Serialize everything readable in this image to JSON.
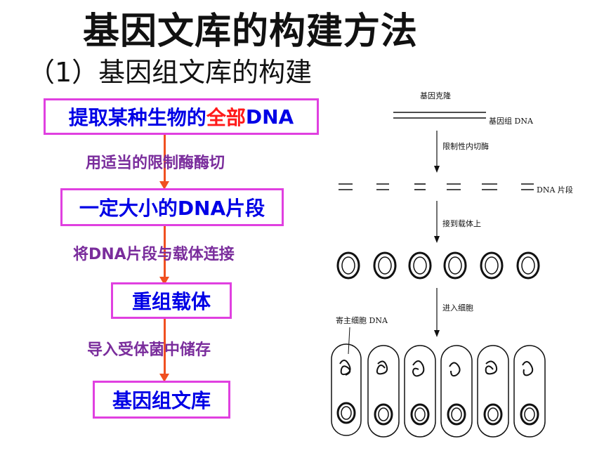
{
  "title": "基因文库的构建方法",
  "subtitle": "（1）基因组文库的构建",
  "flow": {
    "box1_prefix": "提取某种生物的",
    "box1_highlight": "全部",
    "box1_suffix": "DNA",
    "step1": "用适当的限制酶酶切",
    "box2": "一定大小的DNA片段",
    "step2": "将DNA片段与载体连接",
    "box3": "重组载体",
    "step3": "导入受体菌中储存",
    "box4": "基因组文库"
  },
  "figure": {
    "label_top": "基因克隆",
    "label_genomic_dna": "基因组 DNA",
    "label_digest": "限制性内切酶",
    "label_fragments": "DNA 片段",
    "label_ligate": "接到载体上",
    "label_enter_cell": "进入细胞",
    "label_host_dna": "寄主细胞 DNA"
  },
  "colors": {
    "box_border": "#e040e0",
    "box_text": "#0000e6",
    "highlight": "#ff1a1a",
    "step_text": "#7a2d9c",
    "arrow": "#f05020"
  }
}
